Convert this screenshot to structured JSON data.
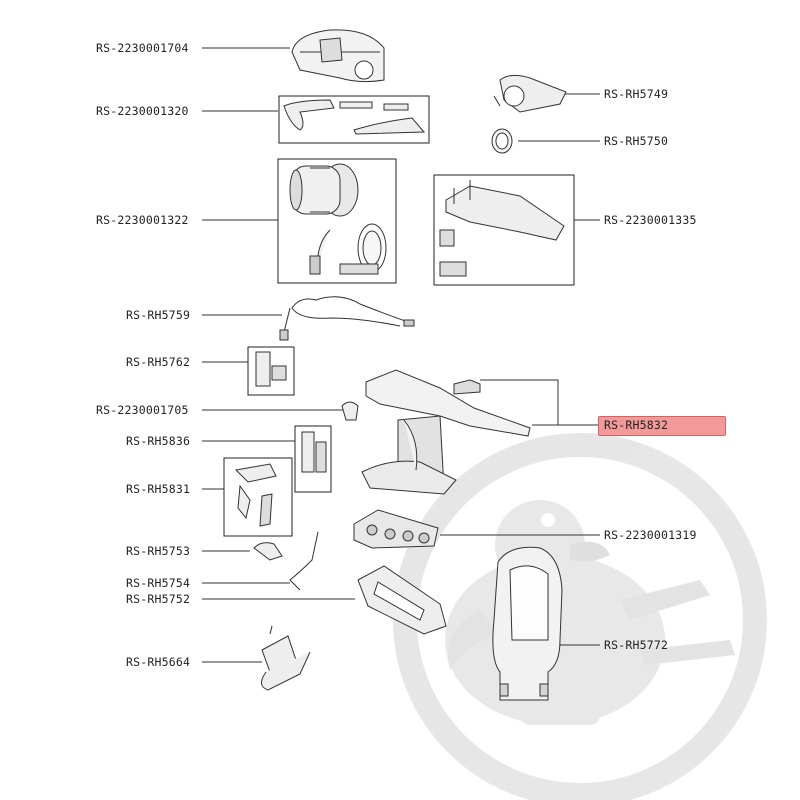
{
  "diagram": {
    "highlighted_part": "RS-RH5832",
    "accent_color": "#f29a9a",
    "parts_left": [
      "RS-2230001704",
      "RS-2230001320",
      "RS-2230001322",
      "RS-RH5759",
      "RS-RH5762",
      "RS-2230001705",
      "RS-RH5836",
      "RS-RH5831",
      "RS-RH5753",
      "RS-RH5754",
      "RS-RH5752",
      "RS-RH5664"
    ],
    "parts_right": [
      "RS-RH5749",
      "RS-RH5750",
      "RS-2230001335",
      "RS-RH5832",
      "RS-2230001319",
      "RS-RH5772"
    ]
  }
}
